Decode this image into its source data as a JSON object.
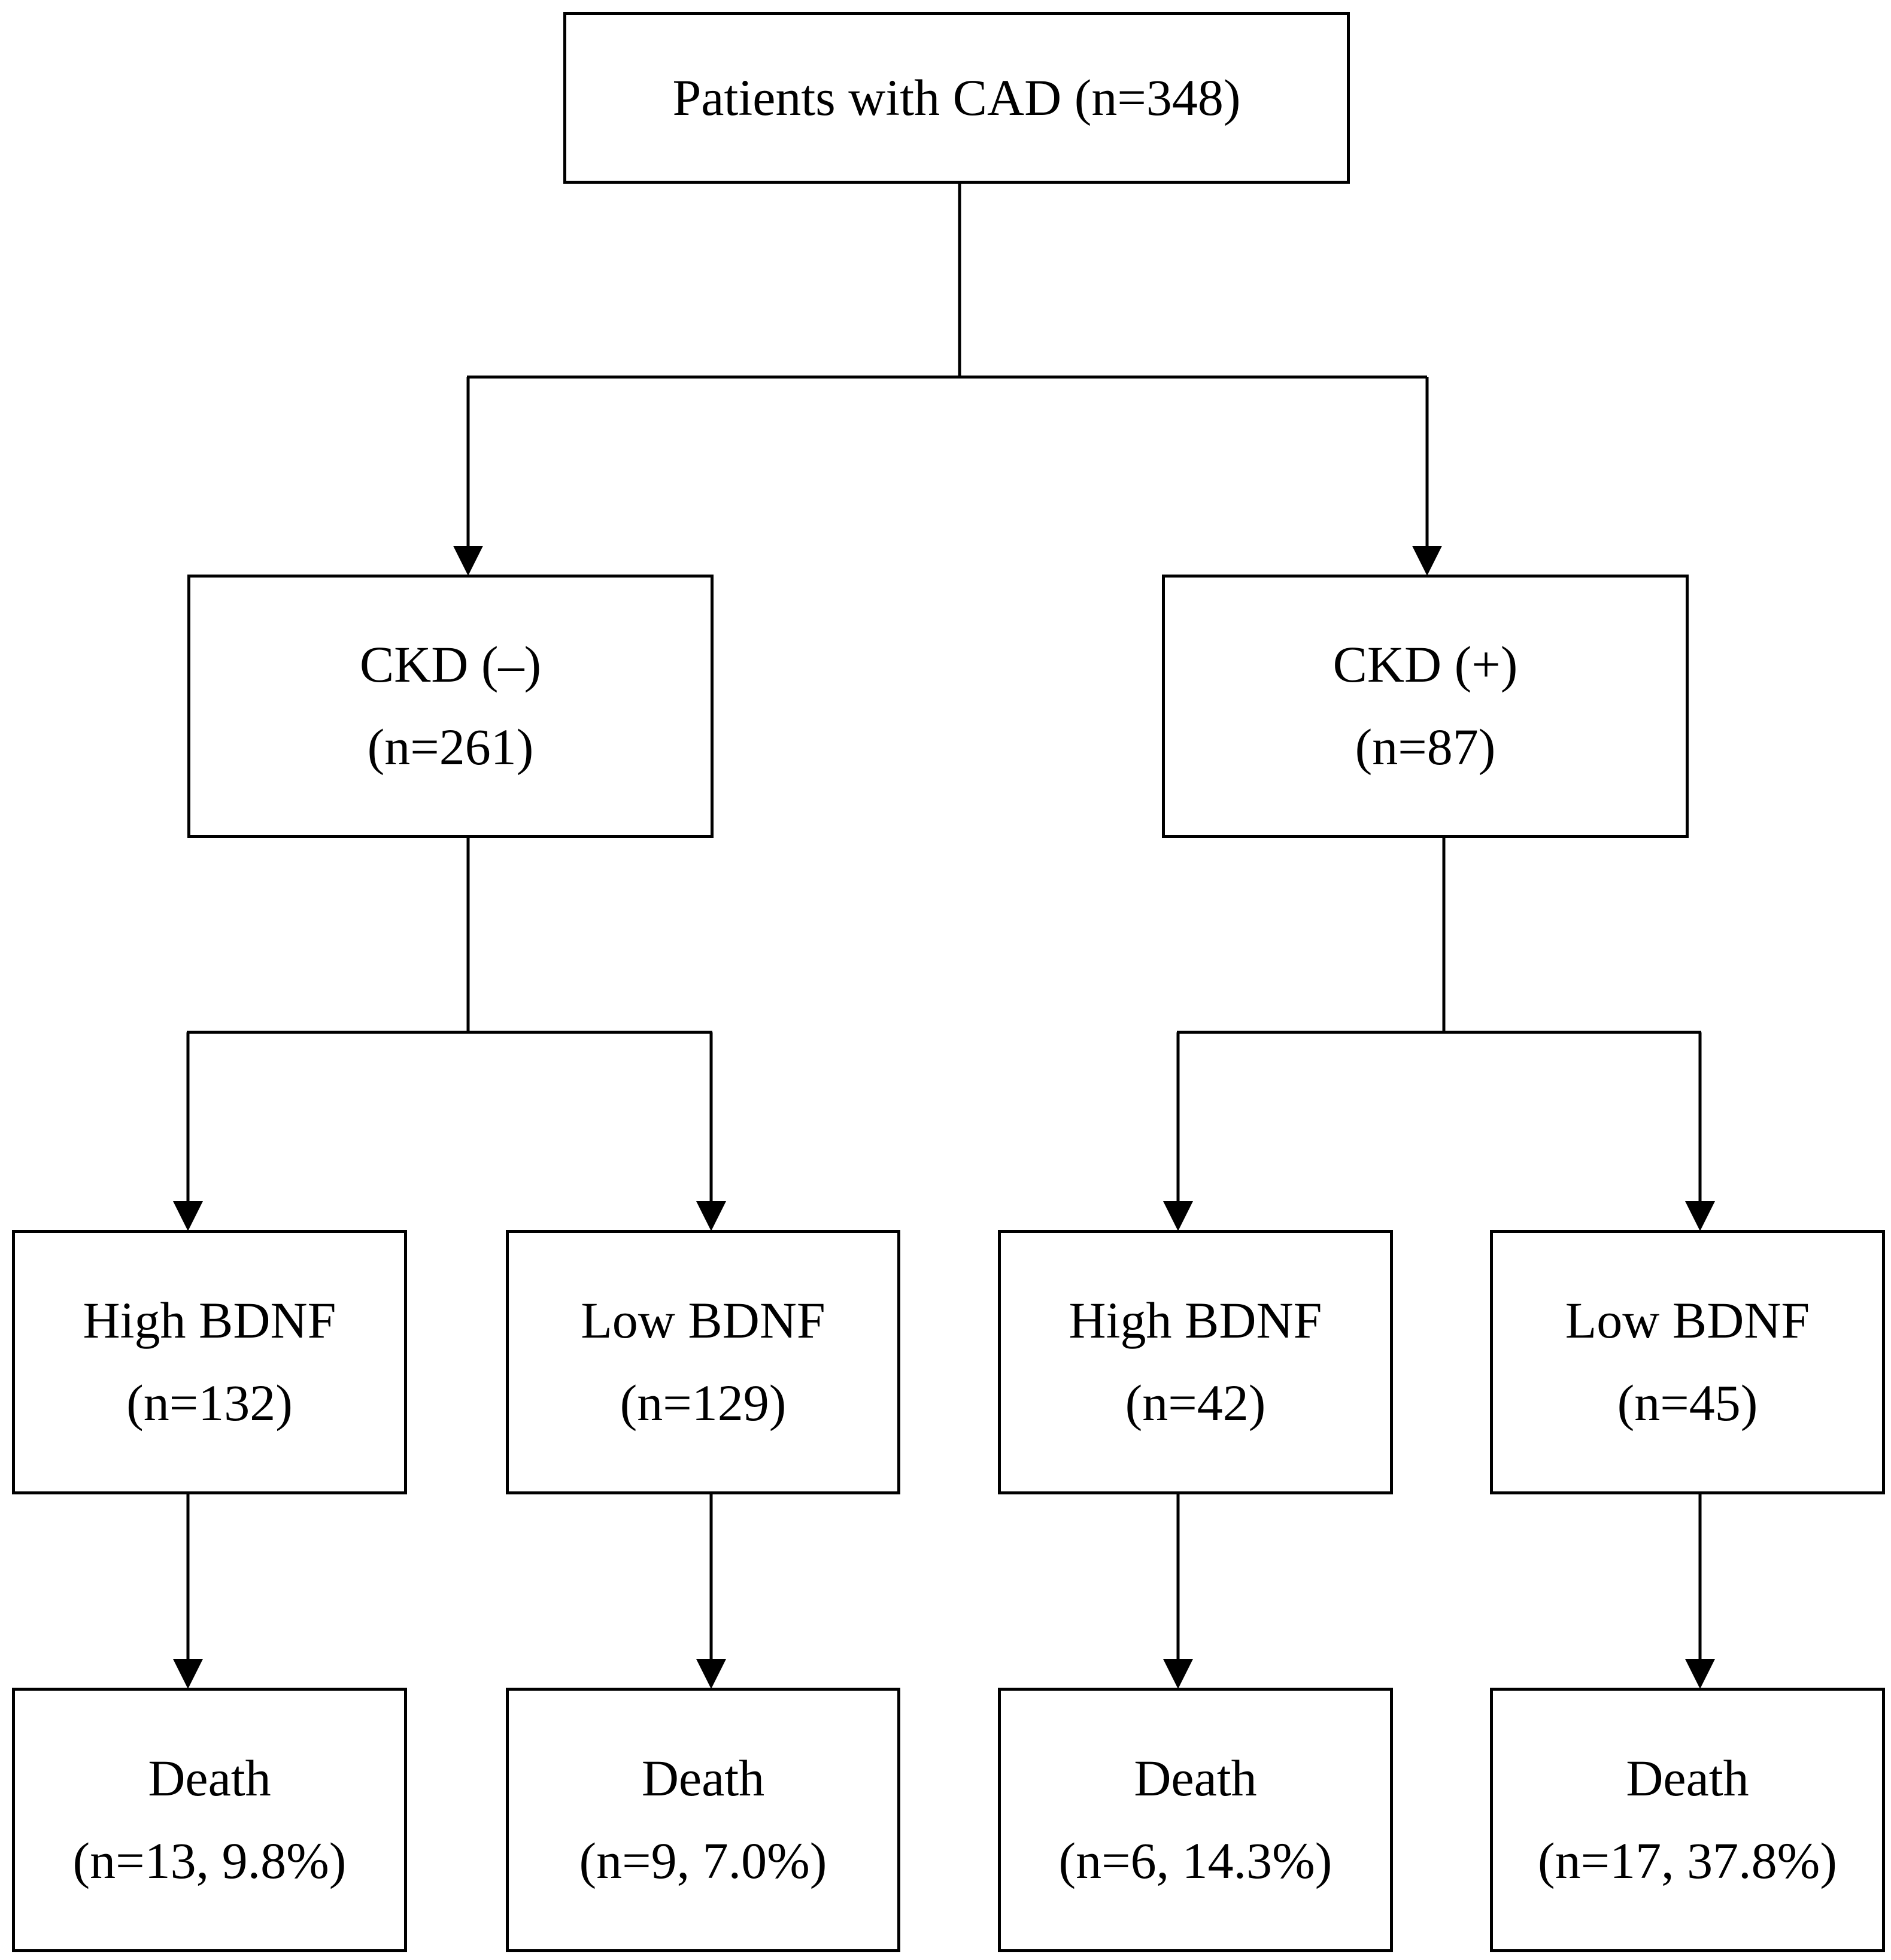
{
  "diagram": {
    "root": {
      "line1": "Patients with CAD (n=348)"
    },
    "ckd_neg": {
      "line1": "CKD (–)",
      "line2": "(n=261)",
      "high": {
        "line1": "High BDNF",
        "line2": "(n=132)",
        "death_line1": "Death",
        "death_line2": "(n=13, 9.8%)"
      },
      "low": {
        "line1": "Low BDNF",
        "line2": "(n=129)",
        "death_line1": "Death",
        "death_line2": "(n=9, 7.0%)"
      }
    },
    "ckd_pos": {
      "line1": "CKD (+)",
      "line2": "(n=87)",
      "high": {
        "line1": "High BDNF",
        "line2": "(n=42)",
        "death_line1": "Death",
        "death_line2": "(n=6, 14.3%)"
      },
      "low": {
        "line1": "Low BDNF",
        "line2": "(n=45)",
        "death_line1": "Death",
        "death_line2": "(n=17, 37.8%)"
      }
    },
    "colors": {
      "stroke": "#000000",
      "background": "#ffffff"
    }
  }
}
